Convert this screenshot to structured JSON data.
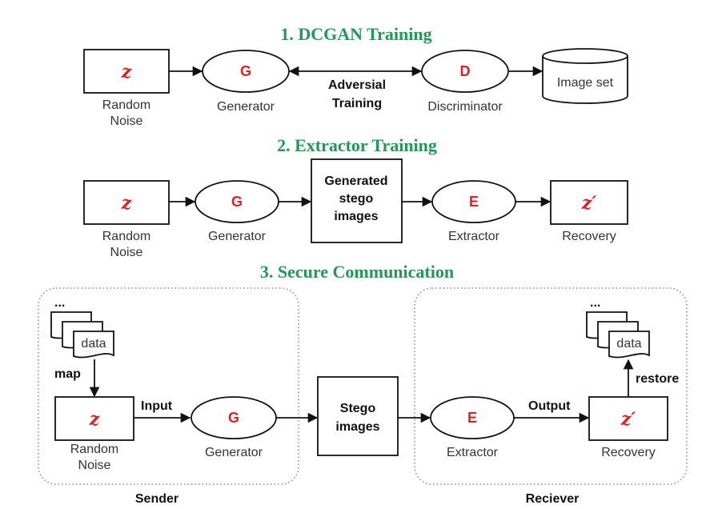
{
  "titles": {
    "s1": "1. DCGAN Training",
    "s2": "2. Extractor Training",
    "s3": "3. Secure Communication"
  },
  "symbols": {
    "z": "z",
    "z_prime": "z′",
    "g": "G",
    "d": "D",
    "e": "E"
  },
  "labels": {
    "random": "Random",
    "noise": "Noise",
    "generator": "Generator",
    "discriminator": "Discriminator",
    "adversial": "Adversial",
    "training": "Training",
    "image_set": "Image set",
    "generated": "Generated",
    "stego": "stego",
    "images": "images",
    "extractor": "Extractor",
    "recovery": "Recovery",
    "stego_cap": "Stego",
    "map": "map",
    "input": "Input",
    "output": "Output",
    "restore": "restore",
    "data": "data",
    "ellipsis": "...",
    "sender": "Sender",
    "receiver": "Reciever"
  }
}
